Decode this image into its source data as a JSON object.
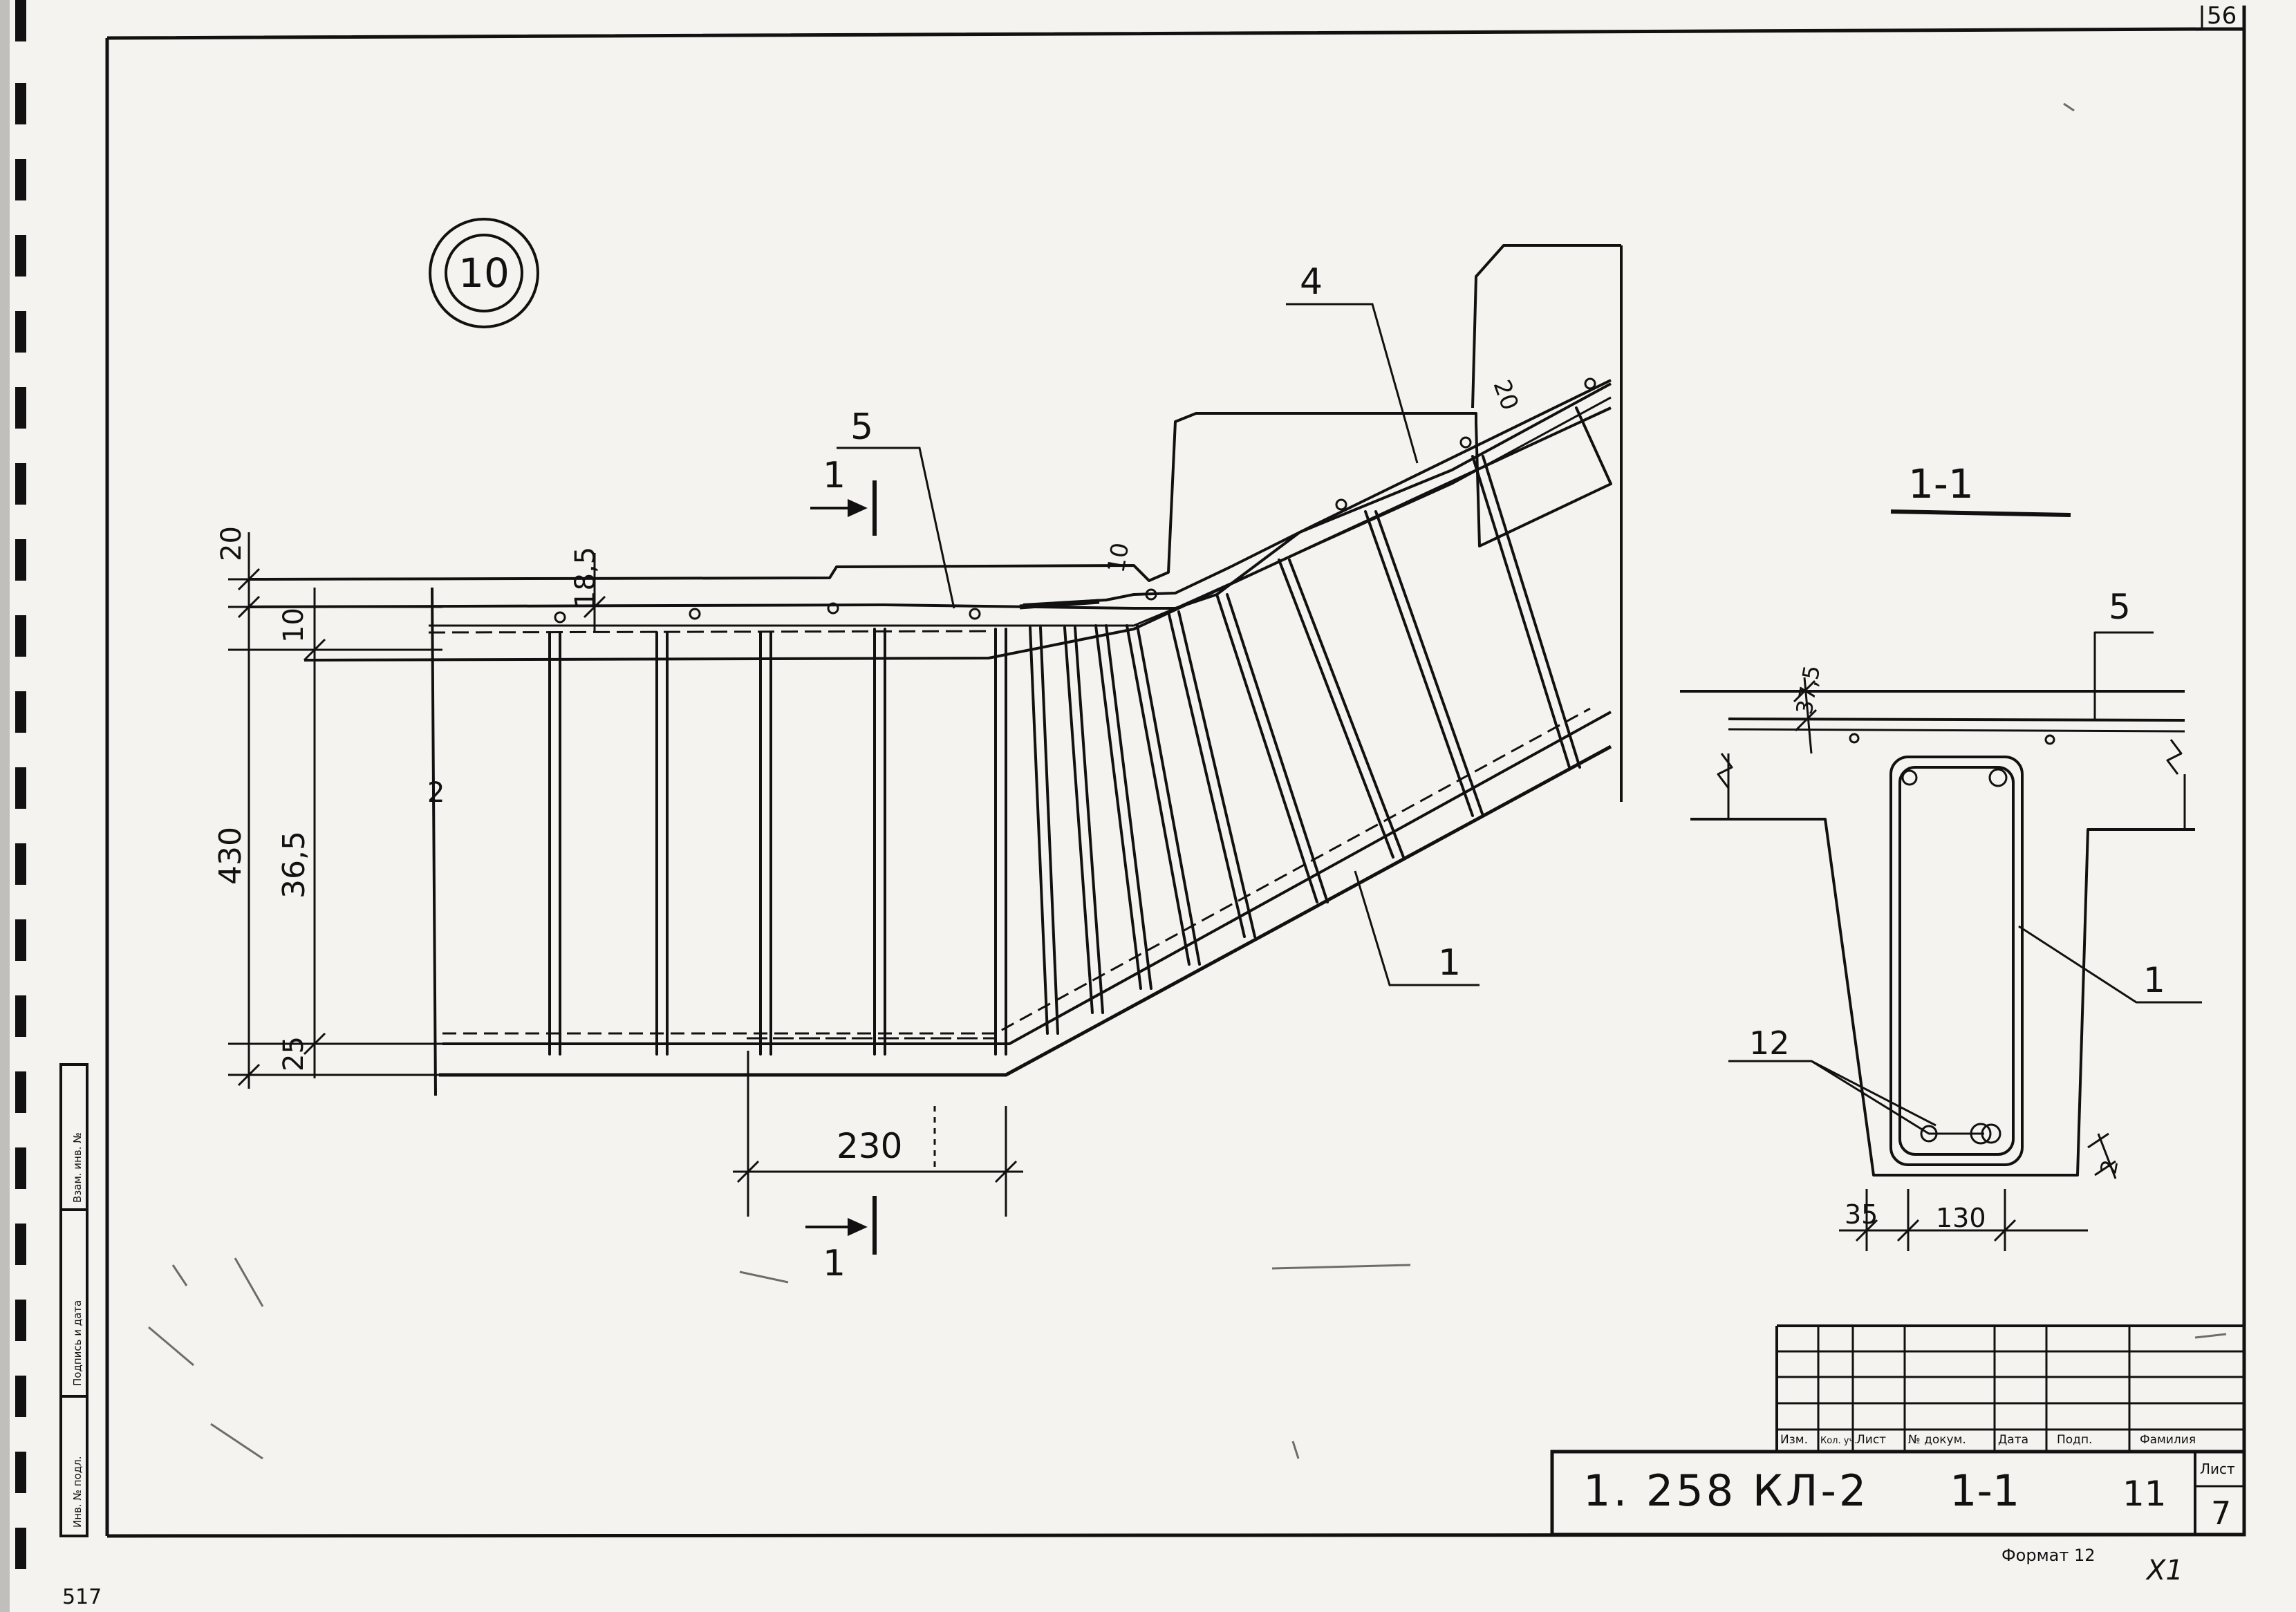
{
  "sheet": {
    "corner_number": "56",
    "bottom_left_code": "517",
    "format_label": "Формат 12",
    "bottom_right_marks": "Х1"
  },
  "drawing": {
    "mark_number": "10",
    "section_title": "1-1",
    "cut_label_top": "1",
    "cut_label_bottom": "1",
    "callout_1": "1",
    "callout_2": "2",
    "callout_4": "4",
    "callout_5": "5",
    "section_callout_1": "1",
    "section_callout_5": "5",
    "section_callout_12": "12"
  },
  "dimensions": {
    "d20": "20",
    "d10": "10",
    "d185": "18,5",
    "d430": "430",
    "d365": "36,5",
    "d25": "25",
    "d230": "230",
    "d10_top": "10",
    "d20_top": "20",
    "s375": "37,5",
    "s35": "35",
    "s130": "130",
    "s2": "2"
  },
  "margin_stamps": [
    "Взам. инв. №",
    "Подпись и дата",
    "Инв. № подл."
  ],
  "title_block": {
    "headers": [
      "Изм.",
      "Кол. уч.",
      "Лист",
      "№ докум.",
      "Дата",
      "Подп.",
      "Фамилия"
    ],
    "document_code": "1. 258 КЛ-2",
    "section_name": "1-1",
    "figure_number": "11",
    "sheet_label": "Лист",
    "sheet_number": "7"
  }
}
